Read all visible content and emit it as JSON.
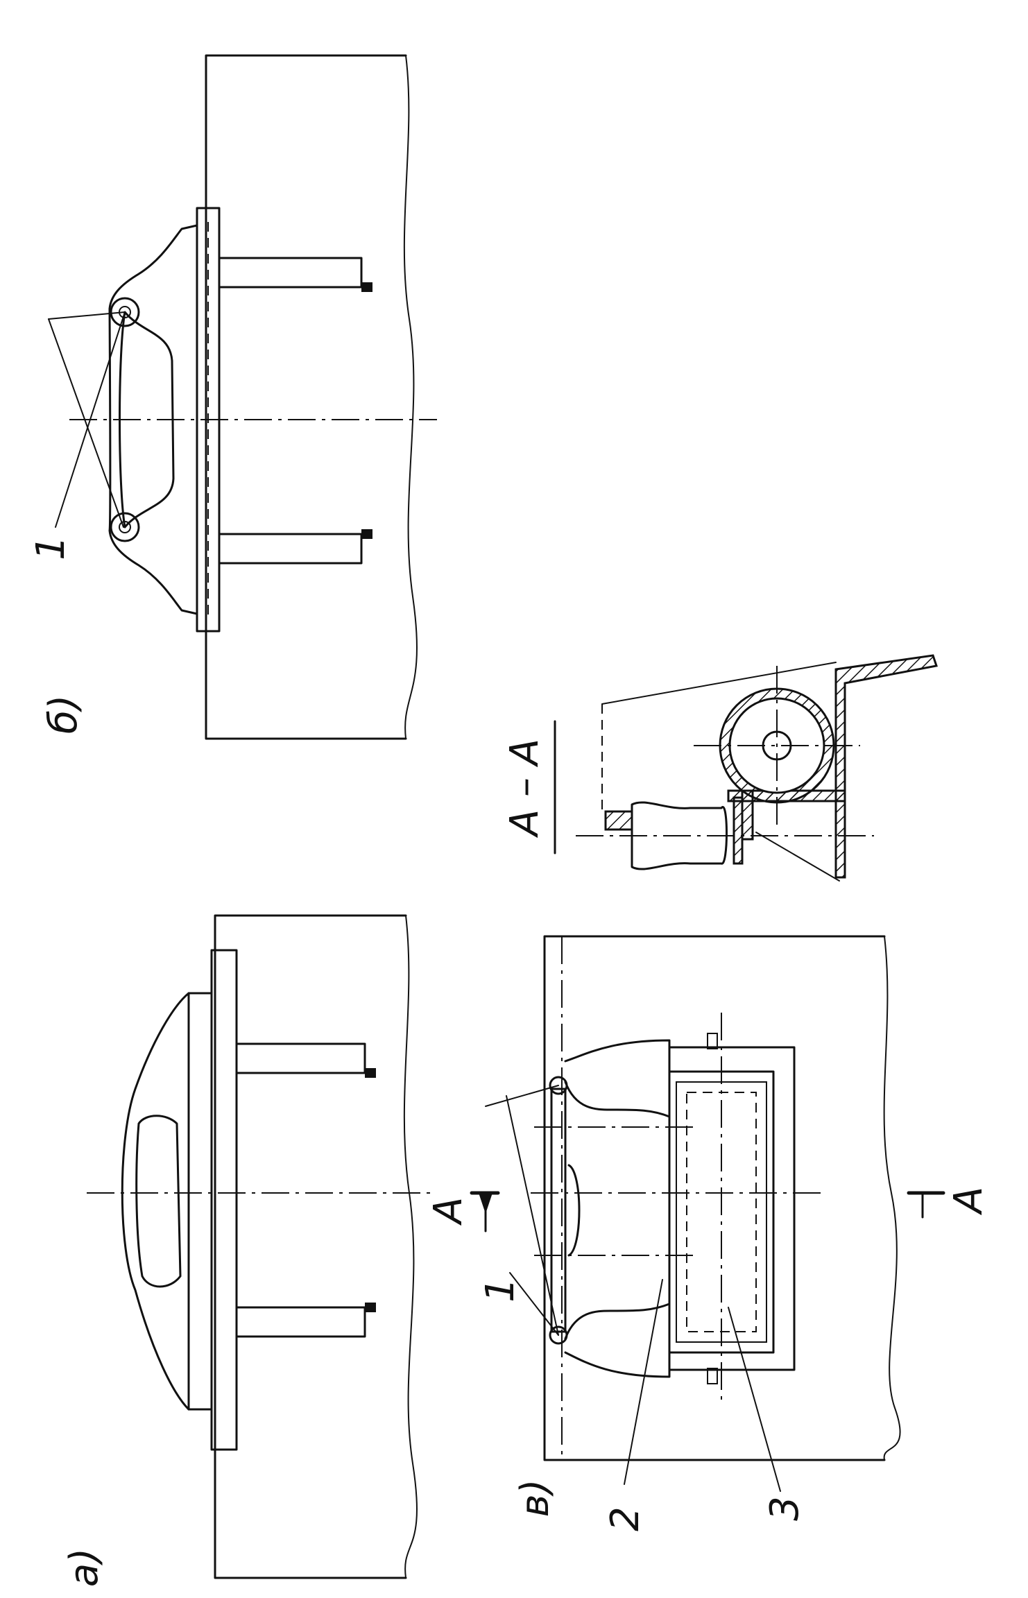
{
  "views": {
    "a": {
      "label": "а)"
    },
    "b": {
      "label": "б)"
    },
    "v": {
      "label": "в)"
    }
  },
  "section": {
    "title": "А – А",
    "marker_letter": "А"
  },
  "callouts": {
    "one": "1",
    "two": "2",
    "three": "3"
  }
}
